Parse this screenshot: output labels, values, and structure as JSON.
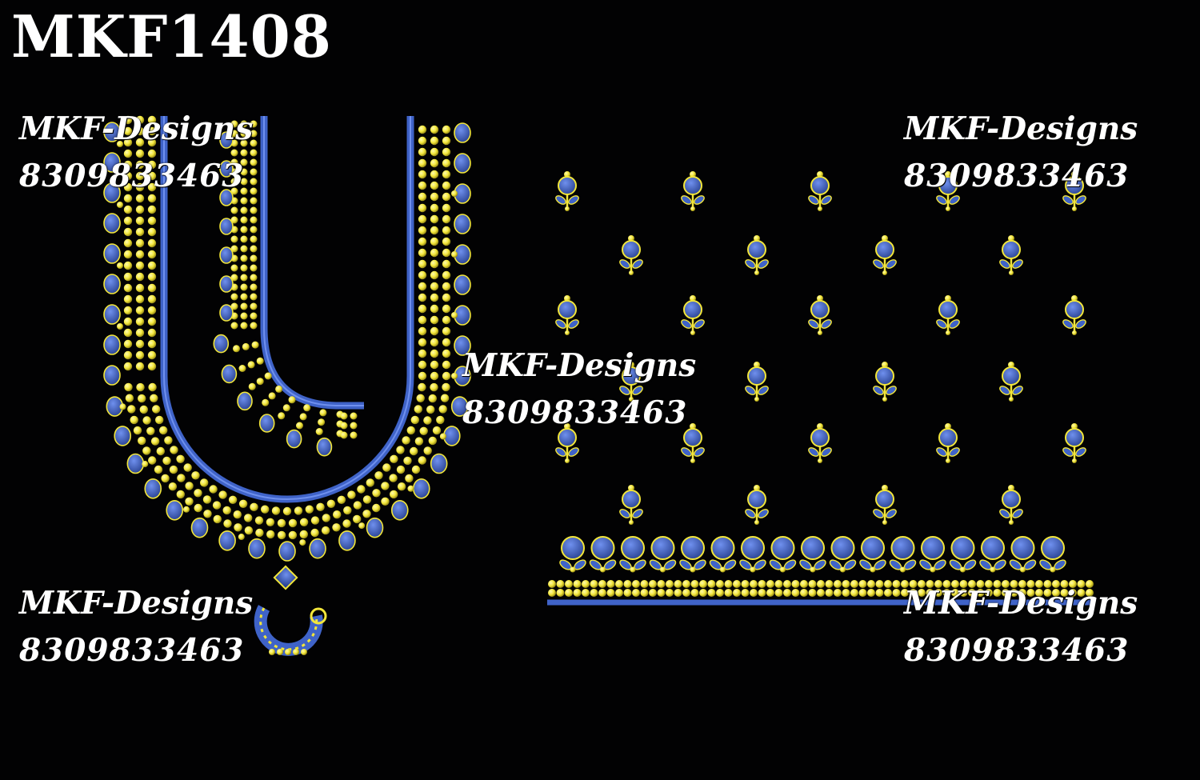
{
  "design_code": "MKF1408",
  "colors": {
    "background": "#020203",
    "gold": "#f2e63a",
    "gold_dark": "#8a7d10",
    "blue": "#3f63c8",
    "blue_light": "#6f90ee",
    "text": "#ffffff"
  },
  "watermarks": [
    {
      "name": "MKF-Designs",
      "phone": "8309833463"
    },
    {
      "name": "MKF-Designs",
      "phone": "8309833463"
    },
    {
      "name": "MKF-Designs",
      "phone": "8309833463"
    },
    {
      "name": "MKF-Designs",
      "phone": "8309833463"
    },
    {
      "name": "MKF-Designs",
      "phone": "8309833463"
    }
  ],
  "motif_icon": "flower-bud-icon",
  "necklace_icon": "peacock-pendant-icon"
}
